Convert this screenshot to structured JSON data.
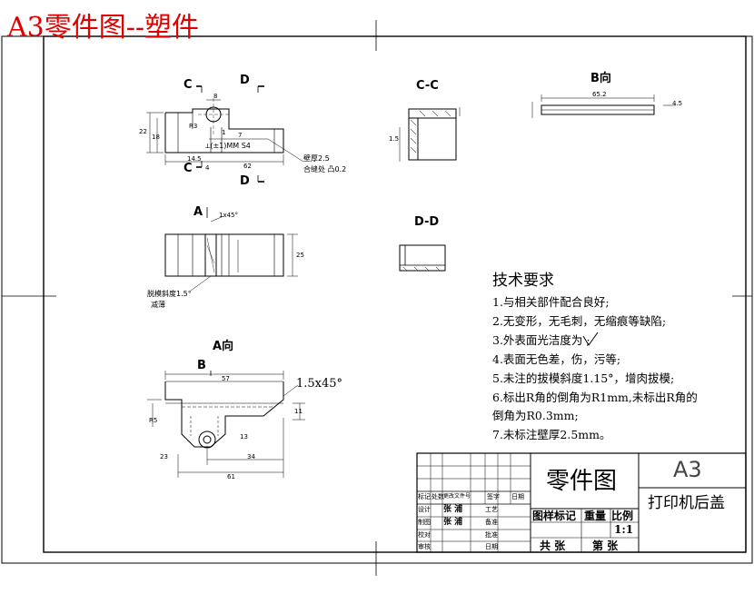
{
  "sheet_title": "A3零件图--塑件",
  "views": {
    "c_left": "C",
    "c_left_bottom": "C",
    "d_top": "D",
    "d_bottom": "D",
    "cc": "C-C",
    "b_dir": "B向",
    "a_arrow": "A",
    "dd": "D-D",
    "a_dir": "A向",
    "b_arrow": "B"
  },
  "dims": {
    "d_8": "8",
    "d_r3": "R3",
    "d_22": "22",
    "d_18": "18",
    "d_1": "1",
    "d_7": "7",
    "d_14_5": "14.5",
    "d_4": "4",
    "d_62": "62",
    "d_65_2": "65.2",
    "d_4_5": "4.5",
    "d_1_5": "1.5",
    "d_1x45": "1x45°",
    "d_25": "25",
    "d_57": "57",
    "d_1_5x45": "1.5x45°",
    "d_34": "34",
    "d_61": "61",
    "d_23": "23",
    "d_13": "13",
    "d_11": "11",
    "d_r5": "R5"
  },
  "notes": {
    "tol_frame": "⟂(±1)MM  S4",
    "wall_thickness": "壁厚2.5",
    "glue_gap": "合缝处 凸0.2",
    "draft": "脱模斜度1.5°",
    "draft2": "减薄"
  },
  "tech_requirements": {
    "title": "技术要求",
    "items": [
      "1.与相关部件配合良好;",
      "2.无变形，无毛刺，无缩痕等缺陷;",
      "3.外表面光洁度为  ;",
      "4.表面无色差，伤，污等;",
      "5.未注的拔模斜度1.15°，增肉拔模;",
      "6.标出R角的倒角为R1mm,未标出R角的",
      "倒角为R0.3mm;",
      "7.未标注壁厚2.5mm。"
    ]
  },
  "title_block": {
    "part_drawing": "零件图",
    "size": "A3",
    "part_name": "打印机后盖",
    "col_labels": [
      "标记",
      "处数",
      "更改文件号",
      "签字",
      "日期"
    ],
    "row_labels": [
      "设计",
      "制图",
      "校对",
      "审核"
    ],
    "sign1": "张 浦",
    "sign2": "张 浦",
    "stage_labels": [
      "工艺",
      "备准",
      "批准",
      "日期"
    ],
    "mark_label": "图样标记",
    "weight_label": "重量",
    "scale_label": "比例",
    "scale_value": "1:1",
    "total_sheets": "共  张",
    "sheet_no": "第  张"
  }
}
